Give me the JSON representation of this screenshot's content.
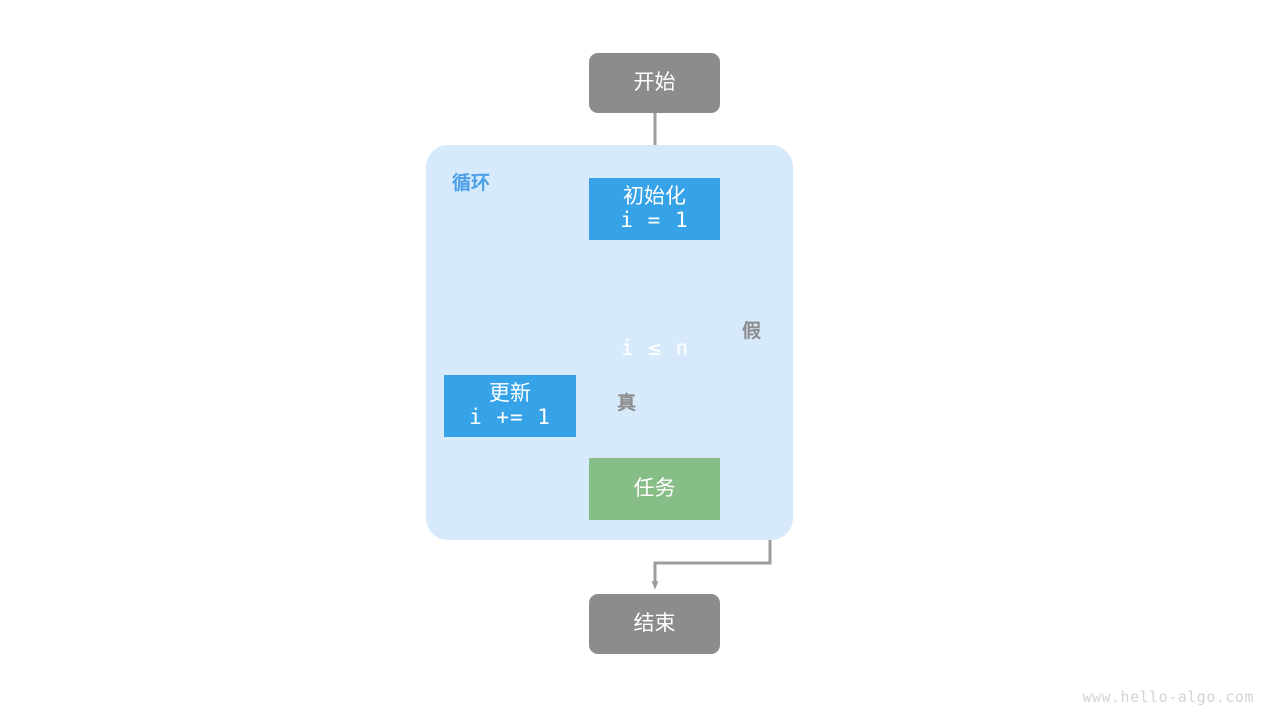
{
  "diagram": {
    "title": "for-loop flowchart",
    "colors": {
      "terminal": "#8c8c8c",
      "process": "#36a3e8",
      "decision": "#36a3e8",
      "task": "#87bd87",
      "loop_container": "#d6eafb",
      "loop_title": "#4a9fe8",
      "edge": "#9d9d9d",
      "node_text": "#ffffff",
      "edge_label": "#8c8c8c",
      "watermark": "#d4d4d4",
      "background": "#ffffff"
    },
    "nodes": {
      "start": {
        "label": "开始",
        "shape": "rounded-rect"
      },
      "loop_group": {
        "label": "循环",
        "shape": "rounded-rect-container"
      },
      "init": {
        "label_line1": "初始化",
        "label_line2": "i = 1",
        "shape": "rect"
      },
      "decision": {
        "label": "i ≤ n",
        "shape": "diamond"
      },
      "update": {
        "label_line1": "更新",
        "label_line2": "i += 1",
        "shape": "rect"
      },
      "task": {
        "label": "任务",
        "shape": "rect"
      },
      "end": {
        "label": "结束",
        "shape": "rounded-rect"
      }
    },
    "edge_labels": {
      "true": "真",
      "false": "假"
    },
    "watermark": "www.hello-algo.com"
  }
}
